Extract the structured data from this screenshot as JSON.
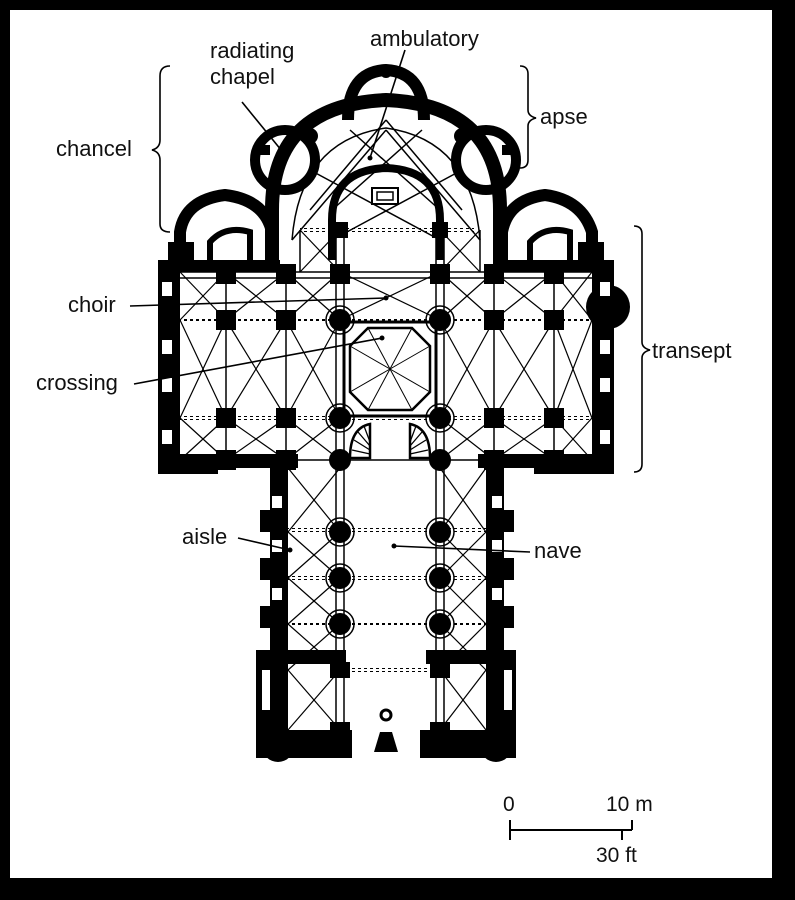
{
  "labels": {
    "radiating_chapel": [
      "radiating",
      "chapel"
    ],
    "ambulatory": "ambulatory",
    "apse": "apse",
    "chancel": "chancel",
    "choir": "choir",
    "crossing": "crossing",
    "transept": "transept",
    "aisle": "aisle",
    "nave": "nave"
  },
  "scale_bar": {
    "zero": "0",
    "metric": "10 m",
    "imperial": "30 ft"
  },
  "colors": {
    "wall": "#000000",
    "background": "#ffffff",
    "frame": "#000000"
  }
}
